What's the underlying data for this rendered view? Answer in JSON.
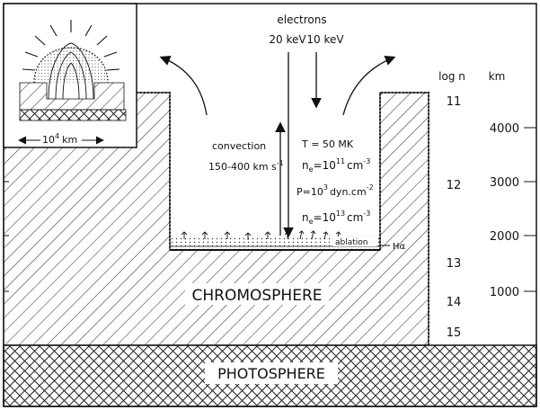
{
  "beam": {
    "title": "electrons",
    "energy_left": "20 keV",
    "energy_right": "10 keV"
  },
  "convection": {
    "label": "convection",
    "speed": "150-400 km s",
    "speed_exp": "-1"
  },
  "plasma": {
    "temperature": "T = 50 MK",
    "ne_coronal_base": "n",
    "ne_coronal_sub": "e",
    "ne_coronal_value": "=10",
    "ne_coronal_exp": "11",
    "ne_coronal_unit": "cm",
    "ne_coronal_unit_exp": "-3",
    "pressure_base": "P=10",
    "pressure_exp": "3",
    "pressure_unit": "dyn.cm",
    "pressure_unit_exp": "-2",
    "ne_front_base": "n",
    "ne_front_sub": "e",
    "ne_front_value": "=10",
    "ne_front_exp": "13",
    "ne_front_unit": "cm",
    "ne_front_unit_exp": "-3"
  },
  "labels": {
    "ablation": "ablation",
    "halpha": "Hα",
    "chromosphere": "CHROMOSPHERE",
    "photosphere": "PHOTOSPHERE"
  },
  "scale": {
    "logn_header": "log n",
    "km_header": "km",
    "logn_ticks": [
      "11",
      "12",
      "13",
      "14",
      "15"
    ],
    "km_ticks": [
      "4000",
      "3000",
      "2000",
      "1000"
    ]
  },
  "inset": {
    "scale_base": "10",
    "scale_exp": "4",
    "scale_unit": "km"
  }
}
